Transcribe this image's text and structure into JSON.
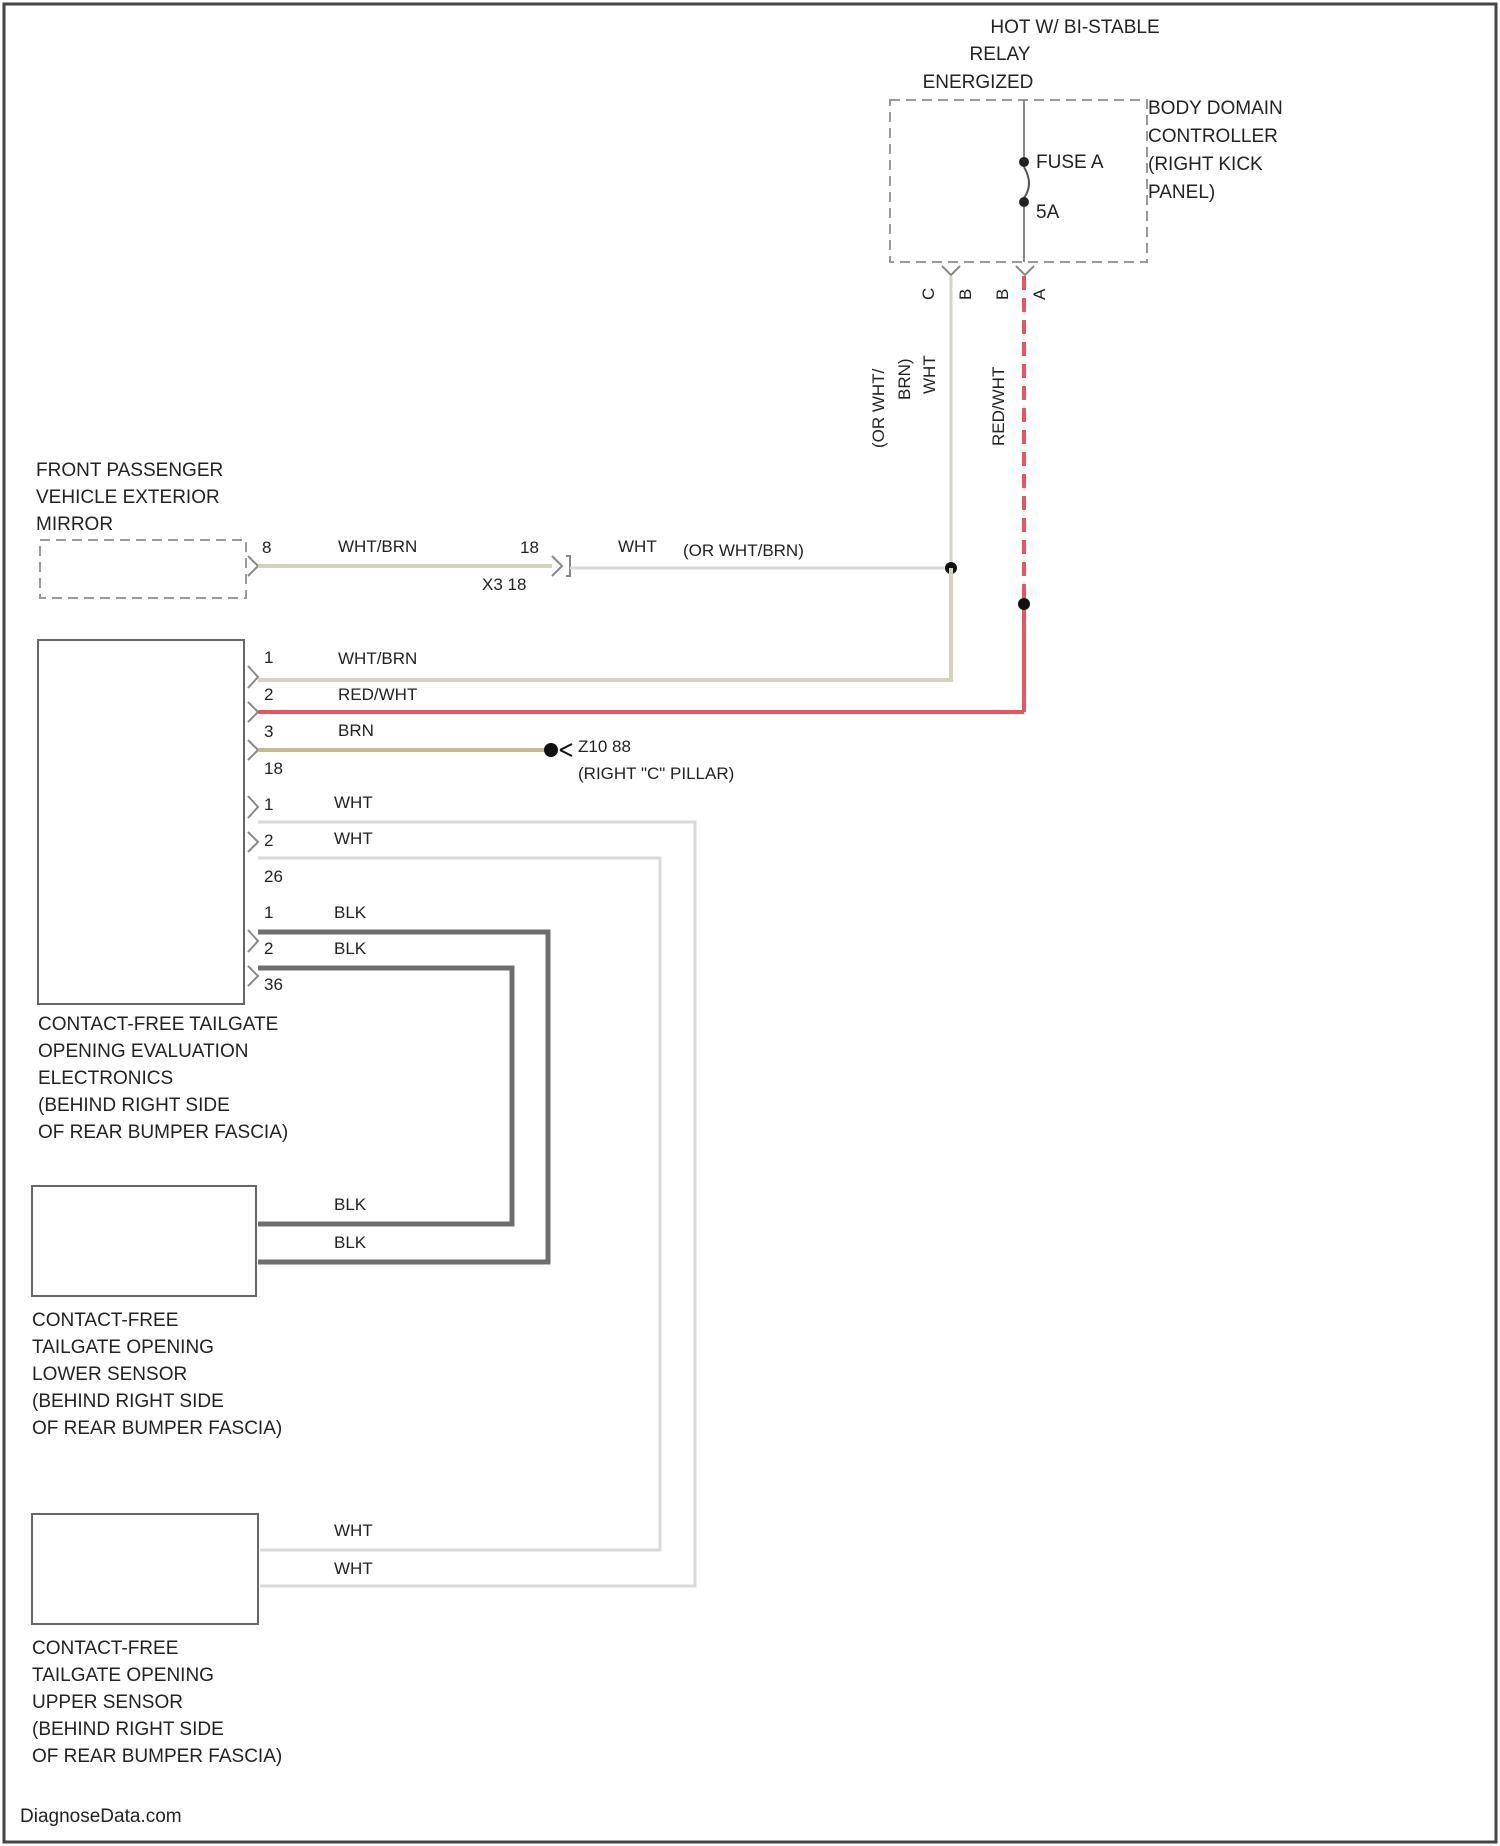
{
  "relay": {
    "lines": [
      "HOT W/ BI-STABLE",
      "RELAY",
      "ENERGIZED"
    ]
  },
  "body_controller": {
    "lines": [
      "BODY DOMAIN",
      "CONTROLLER",
      "(RIGHT KICK",
      "PANEL)"
    ],
    "fuse_label": "FUSE A",
    "fuse_rating": "5A",
    "pins": [
      "C",
      "B",
      "B",
      "A"
    ]
  },
  "vertical_wire_labels": {
    "left": [
      "(OR WHT/",
      "BRN)",
      "WHT"
    ],
    "right": "RED/WHT"
  },
  "mirror": {
    "lines": [
      "FRONT PASSENGER",
      "VEHICLE EXTERIOR",
      "MIRROR"
    ],
    "pin": "8",
    "wire1": "WHT/BRN",
    "conn_pin": "18",
    "conn_name": "X3 18",
    "wire2": "WHT",
    "wire2_alt": "(OR WHT/BRN)"
  },
  "module": {
    "lines": [
      "CONTACT-FREE TAILGATE",
      "OPENING EVALUATION",
      "ELECTRONICS",
      "(BEHIND RIGHT SIDE",
      "OF REAR BUMPER FASCIA)"
    ],
    "pins": [
      "1",
      "2",
      "3",
      "18",
      "1",
      "2",
      "26",
      "1",
      "2",
      "36"
    ],
    "wires": [
      "WHT/BRN",
      "RED/WHT",
      "BRN",
      "WHT",
      "WHT",
      "BLK",
      "BLK"
    ]
  },
  "ground": {
    "name": "Z10 88",
    "location": "(RIGHT \"C\" PILLAR)"
  },
  "lower_sensor": {
    "lines": [
      "CONTACT-FREE",
      "TAILGATE OPENING",
      "LOWER SENSOR",
      "(BEHIND RIGHT SIDE",
      "OF REAR BUMPER FASCIA)"
    ],
    "wires": [
      "BLK",
      "BLK"
    ]
  },
  "upper_sensor": {
    "lines": [
      "CONTACT-FREE",
      "TAILGATE OPENING",
      "UPPER SENSOR",
      "(BEHIND RIGHT SIDE",
      "OF REAR BUMPER FASCIA)"
    ],
    "wires": [
      "WHT",
      "WHT"
    ]
  },
  "watermark": "DiagnoseData.com",
  "colors": {
    "wht_brn": "#d4d2bc",
    "red_wht": "#e8545f",
    "brn": "#c8b88c",
    "wht": "#d8d8d8",
    "blk": "#6e6e6e",
    "frame": "#444444"
  }
}
